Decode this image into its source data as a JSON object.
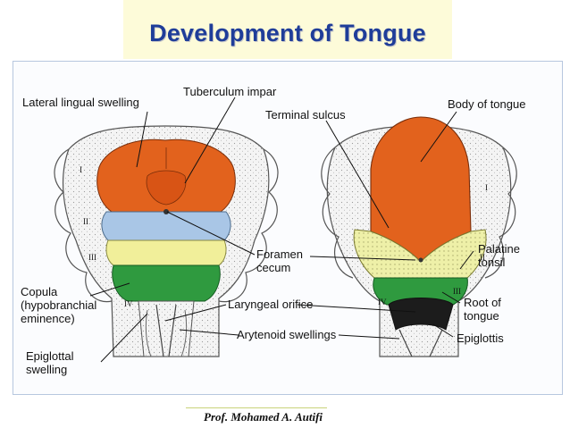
{
  "slide": {
    "title": "Development of Tongue",
    "credit": "Prof. Mohamed A. Autifi"
  },
  "labels": {
    "lateral_lingual_swelling": "Lateral lingual swelling",
    "tuberculum_impar": "Tuberculum impar",
    "terminal_sulcus": "Terminal sulcus",
    "body_of_tongue": "Body of tongue",
    "foramen_cecum": "Foramen\ncecum",
    "palatine_tonsil": "Palatine\ntonsil",
    "copula": "Copula\n(hypobranchial\neminence)",
    "laryngeal_orifice": "Laryngeal orifice",
    "root_of_tongue": "Root of\ntongue",
    "arytenoid_swellings": "Arytenoid swellings",
    "epiglottal_swelling": "Epiglottal\nswelling",
    "epiglottis": "Epiglottis"
  },
  "arch_numerals": {
    "left": [
      "I",
      "II",
      "III",
      "IV"
    ],
    "right": [
      "I",
      "II",
      "III",
      "IV"
    ]
  },
  "colors": {
    "title": "#1f3d99",
    "orange": "#e2621d",
    "blue": "#a9c6e6",
    "yellow": "#f1ef9a",
    "green": "#2f9a3f",
    "dark_green": "#1f7a2f"
  }
}
